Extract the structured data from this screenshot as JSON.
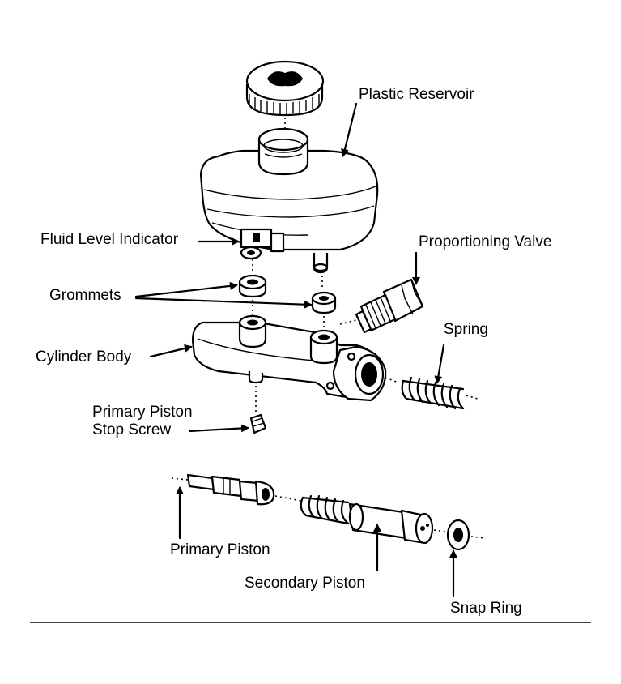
{
  "labels": {
    "plastic_reservoir": "Plastic Reservoir",
    "fluid_level_indicator": "Fluid Level Indicator",
    "proportioning_valve": "Proportioning Valve",
    "grommets": "Grommets",
    "spring": "Spring",
    "cylinder_body": "Cylinder Body",
    "primary_piston_stop_screw_line1": "Primary Piston",
    "primary_piston_stop_screw_line2": "Stop Screw",
    "primary_piston": "Primary Piston",
    "secondary_piston": "Secondary Piston",
    "snap_ring": "Snap Ring"
  }
}
